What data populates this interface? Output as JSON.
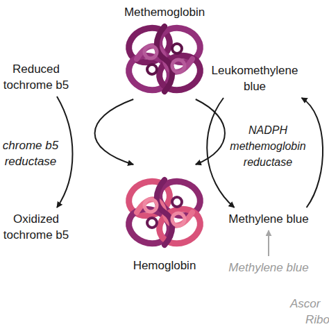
{
  "diagram": {
    "nodes": [
      {
        "text": [
          "Methemoglobin"
        ]
      },
      {
        "text": [
          "Reduced tochrome b5"
        ]
      },
      {
        "text": [
          "Oxidized tochrome b5"
        ]
      },
      {
        "text": [
          "Hemoglobin"
        ]
      },
      {
        "text": [
          "Leukomethylene blue"
        ]
      },
      {
        "text": [
          "Methylene blue"
        ]
      },
      {
        "text": [
          "Methylene blue"
        ]
      }
    ],
    "edges": [
      {
        "from": 1,
        "to": 2,
        "arrow": "to"
      },
      {
        "from": 0,
        "to": 3,
        "arrow": "to"
      },
      {
        "from": 0,
        "to": 3,
        "arrow": "to"
      },
      {
        "from": 4,
        "to": 5,
        "arrow": "to"
      },
      {
        "from": 5,
        "to": 4,
        "arrow": "to"
      },
      {
        "from": 6,
        "to": 5,
        "arrow": "to"
      }
    ],
    "labels": [
      "chrome b5 reductase",
      "NADPH methemoglobin reductase",
      "Ascor",
      "Ribo"
    ]
  }
}
